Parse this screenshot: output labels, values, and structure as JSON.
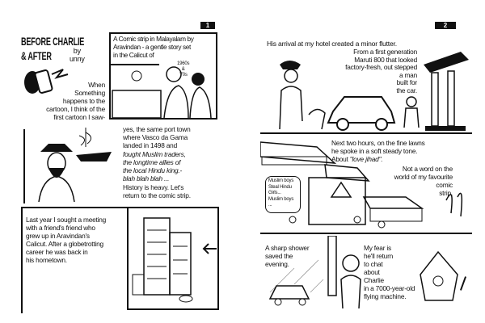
{
  "page1": {
    "page_number": "1",
    "title_line1": "BEFORE CHARLIE",
    "title_line2": "& AFTER",
    "byline": "by\nunny",
    "intro": "When\nSomething\nhappens to the\ncartoon, I think of the\nfirst cartoon I saw-",
    "panel1_caption": "A Comic strip in Malayalam by\nAravindan - a gentle story set\nin the Calicut of",
    "panel1_years": "1960s\n&\n'70s",
    "history_text": "yes, the same port town\nwhere Vasco da Gama\nlanded in 1498 and",
    "history_italic": "fought Muslim traders,\nthe longtime allies of\nthe local Hindu king.-\nblah blah blah ...",
    "history_end": "History is heavy. Let's\nreturn to the comic strip.",
    "meeting_text": "Last year I sought a meeting\nwith a friend's friend who\ngrew up in Aravindan's\nCalicut. After a globetrotting\ncareer he was back in\nhis hometown."
  },
  "page2": {
    "page_number": "2",
    "arrival_text": "His arrival at my hotel created a minor flutter.",
    "car_text": "From a first generation\nMaruti 800 that looked\nfactory-fresh, out stepped\na man\nbuilt for\nthe car.",
    "lawn_text": "Next two hours, on the fine lawns\nhe spoke in a soft steady tone.\nAbout",
    "lawn_italic": "\"love jihad\".",
    "lawn_end": "Not a word on the\nworld of my favourite\ncomic\nstrip.",
    "speech_bubble": "Muslim boys\nSteal Hindu\nGirls...\nMuslim boys\n...",
    "shower_text": "A sharp shower\nsaved the\nevening.",
    "fear_text": "My fear is\nhe'll return\nto chat\nabout\nCharlie\nin a 7000-year-old\nflying machine."
  }
}
